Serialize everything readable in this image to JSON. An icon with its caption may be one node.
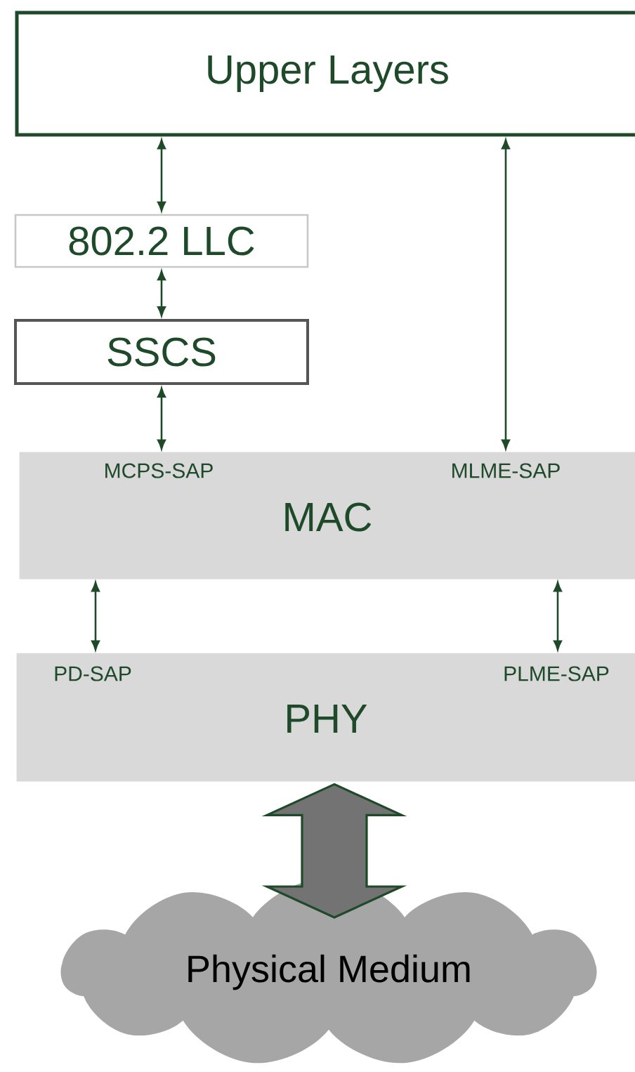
{
  "diagram": {
    "nodes": [
      {
        "text": [
          "Upper Layers"
        ]
      },
      {
        "text": [
          "802.2 LLC"
        ]
      },
      {
        "text": [
          "SSCS"
        ]
      },
      {
        "text": [
          "MCPS-SAP",
          "MLME-SAP",
          "MAC"
        ]
      },
      {
        "text": [
          "PD-SAP",
          "PLME-SAP",
          "PHY"
        ]
      },
      {
        "text": [
          "Physical Medium"
        ]
      }
    ],
    "edges": [
      {
        "from": 0,
        "to": 1,
        "arrow": "both"
      },
      {
        "from": 1,
        "to": 2,
        "arrow": "both"
      },
      {
        "from": 2,
        "to": 3,
        "arrow": "both"
      },
      {
        "from": 0,
        "to": 3,
        "arrow": "both"
      },
      {
        "from": 3,
        "to": 4,
        "arrow": "both"
      },
      {
        "from": 3,
        "to": 4,
        "arrow": "both"
      },
      {
        "from": 4,
        "to": 5,
        "arrow": "both",
        "style": "thick"
      }
    ]
  }
}
